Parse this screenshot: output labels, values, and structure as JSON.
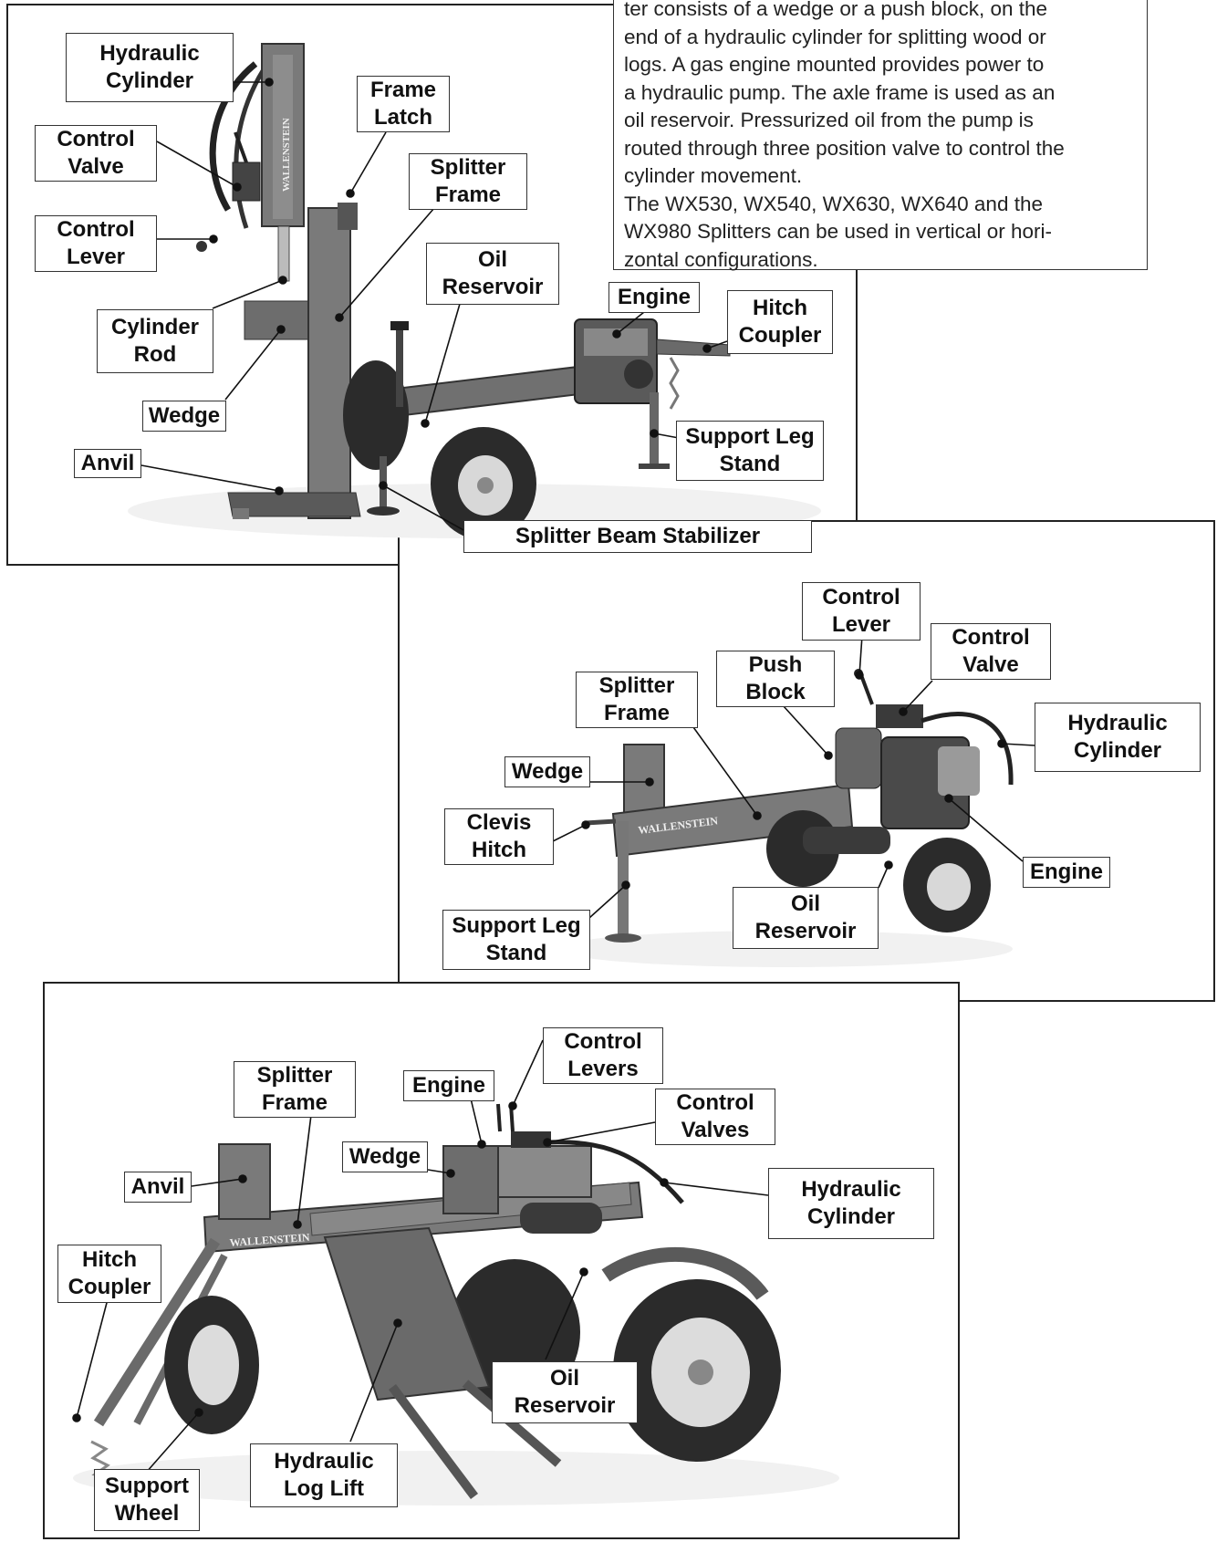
{
  "description": {
    "lines": [
      "ter consists of a wedge or a push block, on the",
      "end of a hydraulic cylinder for splitting wood or",
      "logs.  A gas engine mounted provides power to",
      "a hydraulic pump.  The axle frame is used as an",
      "oil reservoir.  Pressurized oil from the pump is",
      "routed through three position valve to control the",
      "cylinder movement.",
      "The WX530, WX540, WX630, WX640 and the",
      "WX980 Splitters can be used in vertical or hori-",
      "zontal configurations."
    ]
  },
  "panel1": {
    "brand": "WALLENSTEIN",
    "labels": {
      "hydraulic_cylinder": "Hydraulic\nCylinder",
      "frame_latch": "Frame\nLatch",
      "control_valve": "Control\nValve",
      "splitter_frame": "Splitter\nFrame",
      "control_lever": "Control\nLever",
      "oil_reservoir": "Oil\nReservoir",
      "engine": "Engine",
      "hitch_coupler": "Hitch\nCoupler",
      "cylinder_rod": "Cylinder\nRod",
      "wedge": "Wedge",
      "support_leg_stand": "Support Leg\nStand",
      "anvil": "Anvil",
      "splitter_beam_stabilizer": "Splitter Beam Stabilizer"
    }
  },
  "panel2": {
    "brand": "WALLENSTEIN",
    "labels": {
      "control_lever": "Control\nLever",
      "control_valve": "Control\nValve",
      "push_block": "Push\nBlock",
      "splitter_frame": "Splitter\nFrame",
      "hydraulic_cylinder": "Hydraulic\nCylinder",
      "wedge": "Wedge",
      "clevis_hitch": "Clevis\nHitch",
      "engine": "Engine",
      "oil_reservoir": "Oil\nReservoir",
      "support_leg_stand": "Support Leg\nStand"
    }
  },
  "panel3": {
    "brand": "WALLENSTEIN",
    "labels": {
      "control_levers": "Control\nLevers",
      "splitter_frame": "Splitter\nFrame",
      "engine": "Engine",
      "control_valves": "Control\nValves",
      "wedge": "Wedge",
      "anvil": "Anvil",
      "hydraulic_cylinder": "Hydraulic\nCylinder",
      "hitch_coupler": "Hitch\nCoupler",
      "oil_reservoir": "Oil\nReservoir",
      "hydraulic_log_lift": "Hydraulic\nLog Lift",
      "support_wheel": "Support\nWheel"
    }
  },
  "colors": {
    "frame_gray": "#7a7a7a",
    "dark_gray": "#3a3a3a",
    "tire": "#2b2b2b"
  }
}
